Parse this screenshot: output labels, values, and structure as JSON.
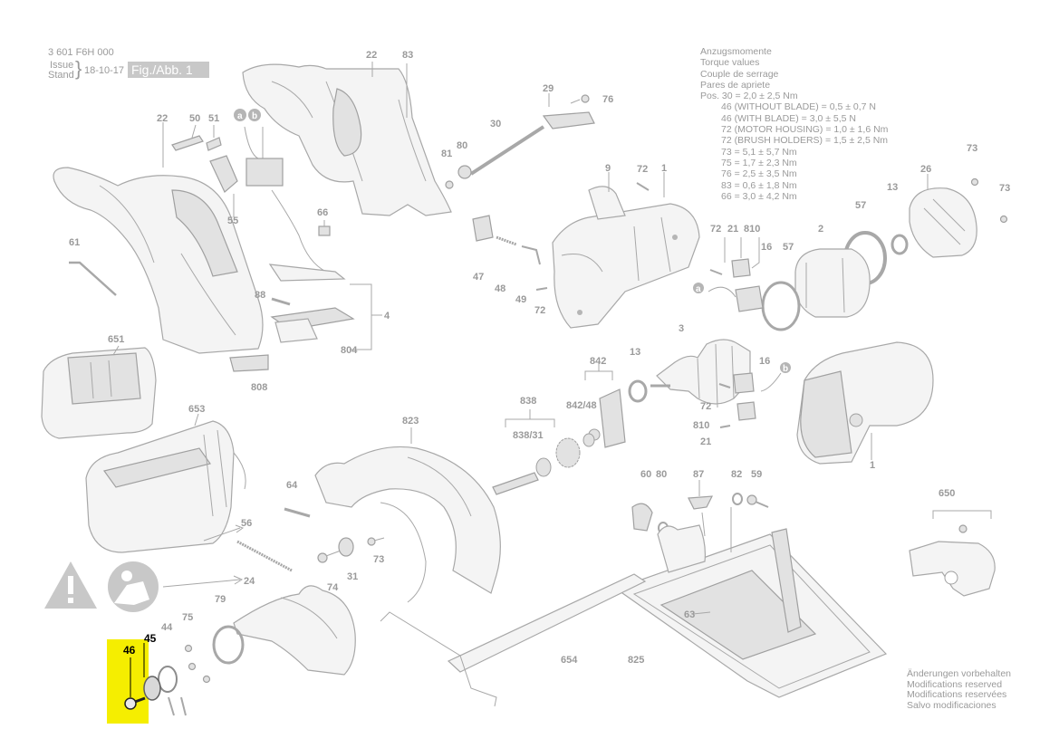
{
  "header": {
    "part_number": "3 601 F6H 000",
    "issue_label": "Issue",
    "stand_label": "Stand",
    "issue_date": "18-10-17",
    "figure_label": "Fig./Abb. 1"
  },
  "torque": {
    "title_de": "Anzugsmomente",
    "title_en": "Torque values",
    "title_fr": "Couple de serrage",
    "title_es": "Pares de apriete",
    "values": [
      "Pos. 30 = 2,0 ± 2,5 Nm",
      "46 (WITHOUT BLADE) = 0,5 ± 0,7 N",
      "46 (WITH BLADE) = 3,0 ± 5,5 N",
      "72 (MOTOR HOUSING) = 1,0 ± 1,6 Nm",
      "72 (BRUSH HOLDERS) = 1,5 ± 2,5 Nm",
      "73 = 5,1 ± 5,7 Nm",
      "75 = 1,7 ± 2,3 Nm",
      "76 = 2,5 ± 3,5 Nm",
      "83 = 0,6 ± 1,8 Nm",
      "66 = 3,0 ± 4,2 Nm"
    ]
  },
  "footer_note": [
    "Änderungen vorbehalten",
    "Modifications reserved",
    "Modifications reservées",
    "Salvo modificaciones"
  ],
  "highlight": {
    "part": "46",
    "color": "#f5ee00"
  },
  "callouts": {
    "n22a": "22",
    "n83a": "83",
    "n50": "50",
    "n51": "51",
    "n22b": "22",
    "ca": "a",
    "cb": "b",
    "n29": "29",
    "n76a": "76",
    "n30": "30",
    "n81": "81",
    "n80a": "80",
    "n9": "9",
    "n72a": "72",
    "n1a": "1",
    "n73a": "73",
    "n26": "26",
    "n13a": "13",
    "n73b": "73",
    "n57a": "57",
    "n61": "61",
    "n55": "55",
    "n66": "66",
    "n47": "47",
    "n48": "48",
    "n49": "49",
    "n72b": "72",
    "n72c": "72",
    "n21a": "21",
    "n810a": "810",
    "n16a": "16",
    "n57b": "57",
    "n2": "2",
    "n88": "88",
    "n4": "4",
    "n804": "804",
    "n808": "808",
    "n651": "651",
    "n653": "653",
    "n3": "3",
    "n13b": "13",
    "n842": "842",
    "n84248": "842/48",
    "n16b": "16",
    "n72d": "72",
    "n810b": "810",
    "n21b": "21",
    "n1b": "1",
    "n838": "838",
    "n83831": "838/31",
    "n823": "823",
    "n64": "64",
    "n56": "56",
    "n24": "24",
    "n74": "74",
    "n31": "31",
    "n73c": "73",
    "n60": "60",
    "n80b": "80",
    "n87": "87",
    "n82": "82",
    "n59": "59",
    "n650": "650",
    "n79": "79",
    "n75": "75",
    "n44": "44",
    "n45": "45",
    "n46": "46",
    "n654": "654",
    "n825": "825",
    "n63": "63"
  }
}
